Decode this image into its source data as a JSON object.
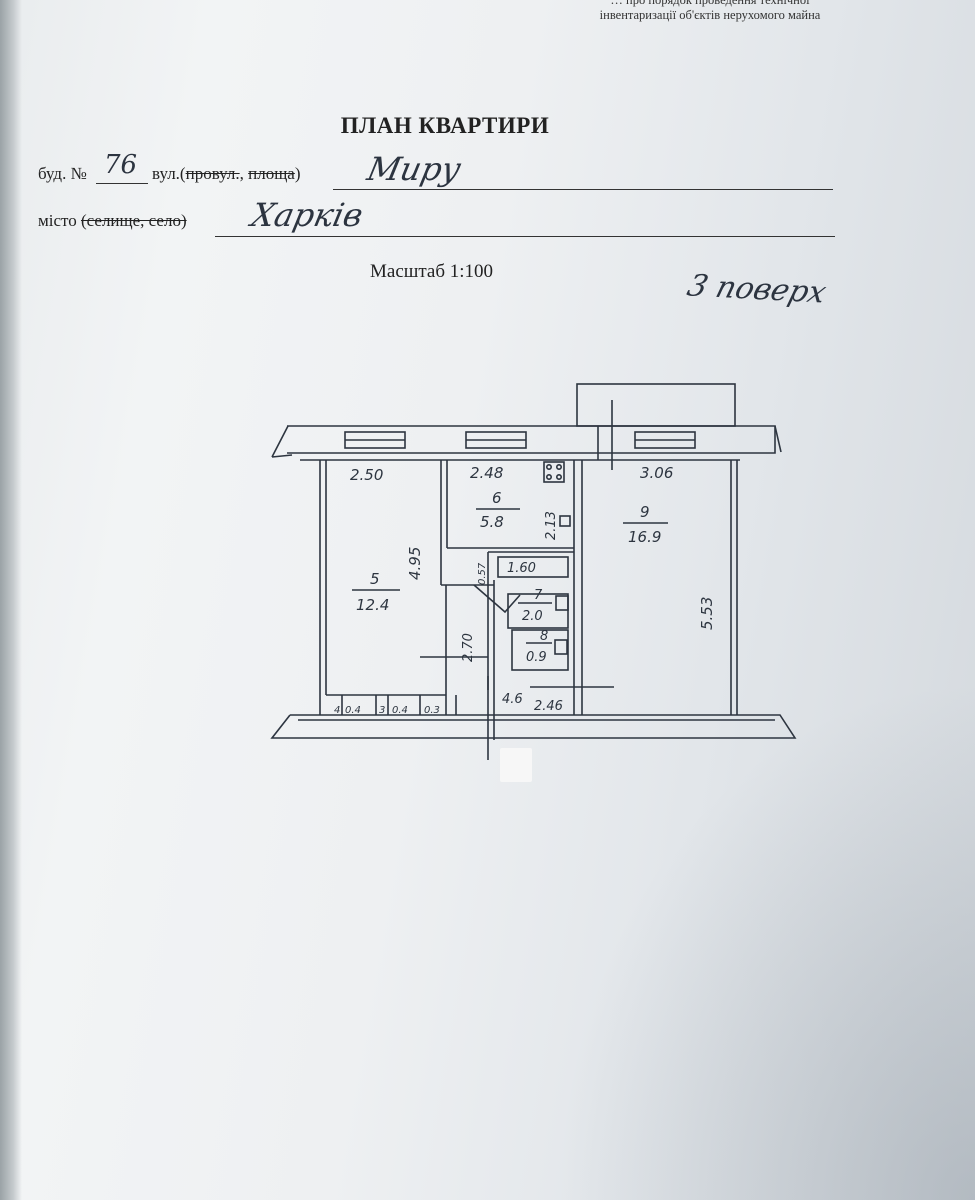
{
  "header": {
    "line1": "… про порядок проведення технічної",
    "line2": "інвентаризації об'єктів нерухомого майна"
  },
  "title": "ПЛАН КВАРТИРИ",
  "address": {
    "building_label": "буд. №",
    "building_number": "76",
    "street_label": "вул.(",
    "street_strike_1": "провул.",
    "street_sep": ", ",
    "street_strike_2": "площа",
    "street_close": ")",
    "street_value": "Миру",
    "city_label": "місто ",
    "city_strike": "(селище, село)",
    "city_value": "Харків"
  },
  "scale": "Масштаб 1:100",
  "floor_note": "3 поверх",
  "plan": {
    "dimensions": {
      "room5_width": "2.50",
      "room6_width": "2.48",
      "room9_width": "3.06",
      "room5_length": "4.95",
      "room6_side": "2.13",
      "room9_length": "5.53",
      "corridor_width": "0.57",
      "bath_width": "1.60",
      "corridor_length": "2.70",
      "hall_width": "2.46"
    },
    "rooms": [
      {
        "number": "5",
        "area": "12.4"
      },
      {
        "number": "6",
        "area": "5.8"
      },
      {
        "number": "9",
        "area": "16.9"
      },
      {
        "number": "7",
        "area": "2.0"
      },
      {
        "number": "8",
        "area": "0.9"
      }
    ],
    "small_labels": {
      "hall_area": "4.6",
      "closet1_number": "4",
      "closet1_area": "0.4",
      "closet2_number": "3",
      "closet2_area": "0.4",
      "closet3_area": "0.3"
    }
  }
}
